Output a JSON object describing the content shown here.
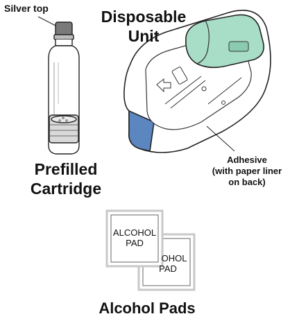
{
  "labels": {
    "silver_top": "Silver top",
    "disposable_unit_line1": "Disposable",
    "disposable_unit_line2": "Unit",
    "prefilled_cartridge_line1": "Prefilled",
    "prefilled_cartridge_line2": "Cartridge",
    "adhesive_line1": "Adhesive",
    "adhesive_line2": "(with paper liner",
    "adhesive_line3": "on back)",
    "alcohol_pads": "Alcohol Pads",
    "pad_front_line1": "ALCOHOL",
    "pad_front_line2": "PAD",
    "pad_back_line1": "OHOL",
    "pad_back_line2": "PAD"
  },
  "colors": {
    "outline": "#222222",
    "unit_teal": "#a8ddc8",
    "adhesive_tab_blue": "#5b86c0",
    "cap_gray": "#7a7a7a",
    "pad_border": "#c8c8c8"
  },
  "icons": [
    "cartridge-illustration",
    "disposable-unit-illustration",
    "alcohol-pad-illustration"
  ]
}
